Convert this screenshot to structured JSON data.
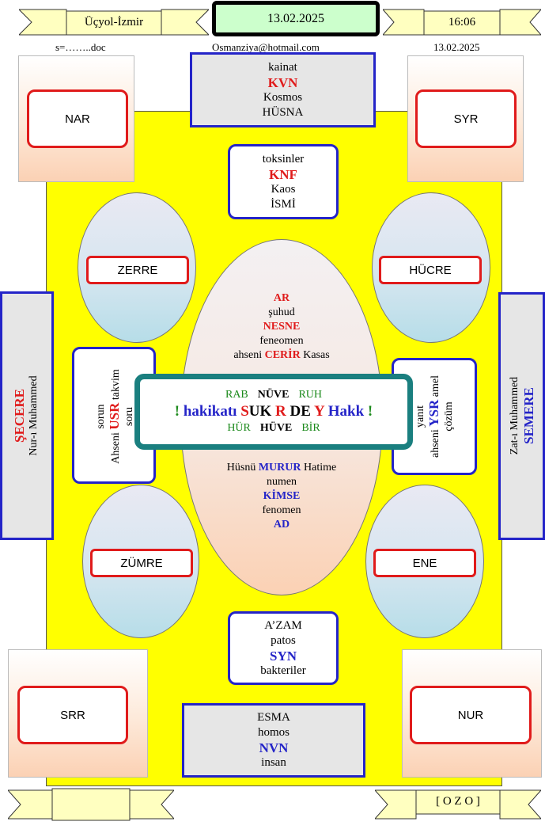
{
  "header": {
    "left_banner": "Üçyol-İzmir",
    "date_box": "13.02.2025",
    "right_banner": "16:06",
    "file_name": "s=……..doc",
    "email": "Osmanziya@hotmail.com",
    "date_right": "13.02.2025"
  },
  "corners": {
    "top_left": "NAR",
    "top_right": "SYR",
    "bottom_left": "SRR",
    "bottom_right": "NUR"
  },
  "top_box": {
    "line1": "kainat",
    "line2": "KVN",
    "line3": "Kosmos",
    "line4": "HÜSNA"
  },
  "upper_box": {
    "line1": "toksinler",
    "line2": "KNF",
    "line3": "Kaos",
    "line4": "İSMİ"
  },
  "lower_box": {
    "line1": "A’ZAM",
    "line2": "patos",
    "line3": "SYN",
    "line4": "bakteriler"
  },
  "bottom_box": {
    "line1": "ESMA",
    "line2": "homos",
    "line3": "NVN",
    "line4": "insan"
  },
  "ovals": {
    "top_left": "ZERRE",
    "top_right": "HÜCRE",
    "bottom_left": "ZÜMRE",
    "bottom_right": "ENE"
  },
  "center_upper": {
    "l1": "AR",
    "l2": "şuhud",
    "l3": "NESNE",
    "l4": "feneomen",
    "l5a": "ahseni",
    "l5b": "CERİR",
    "l5c": "Kasas"
  },
  "center_lower": {
    "l1a": "Hüsnü",
    "l1b": "MURUR",
    "l1c": "Hatime",
    "l2": "numen",
    "l3": "KİMSE",
    "l4": "fenomen",
    "l5": "AD"
  },
  "core": {
    "row1": [
      "RAB",
      "NÜVE",
      "RUH"
    ],
    "row2": [
      "!",
      "hakikatı",
      "S",
      "UK",
      "R",
      "DE",
      "Y",
      "Hakk",
      "!"
    ],
    "row3": [
      "HÜR",
      "HÜVE",
      "BİR"
    ]
  },
  "left_side": {
    "line1": "sorun",
    "line2a": "Ahseni",
    "line2b": "USR",
    "line2c": "takvim",
    "line3": "soru"
  },
  "right_side": {
    "line1": "yanıt",
    "line2a": "ahseni",
    "line2b": "YSR",
    "line2c": "amel",
    "line3": "çözüm"
  },
  "far_left": {
    "title": "ŞECERE",
    "sub": "Nur-ı  Muhammed"
  },
  "far_right": {
    "sub": "Zat-ı Muhammed",
    "title": "SEMERE"
  },
  "footer": {
    "right_banner": "[ O Z O ]",
    "left_banner": ""
  },
  "colors": {
    "red": "#e01b1b",
    "blue": "#2424c8",
    "yellow": "#ffff00",
    "teal": "#1a7f7f",
    "green": "#1c8a1c"
  }
}
